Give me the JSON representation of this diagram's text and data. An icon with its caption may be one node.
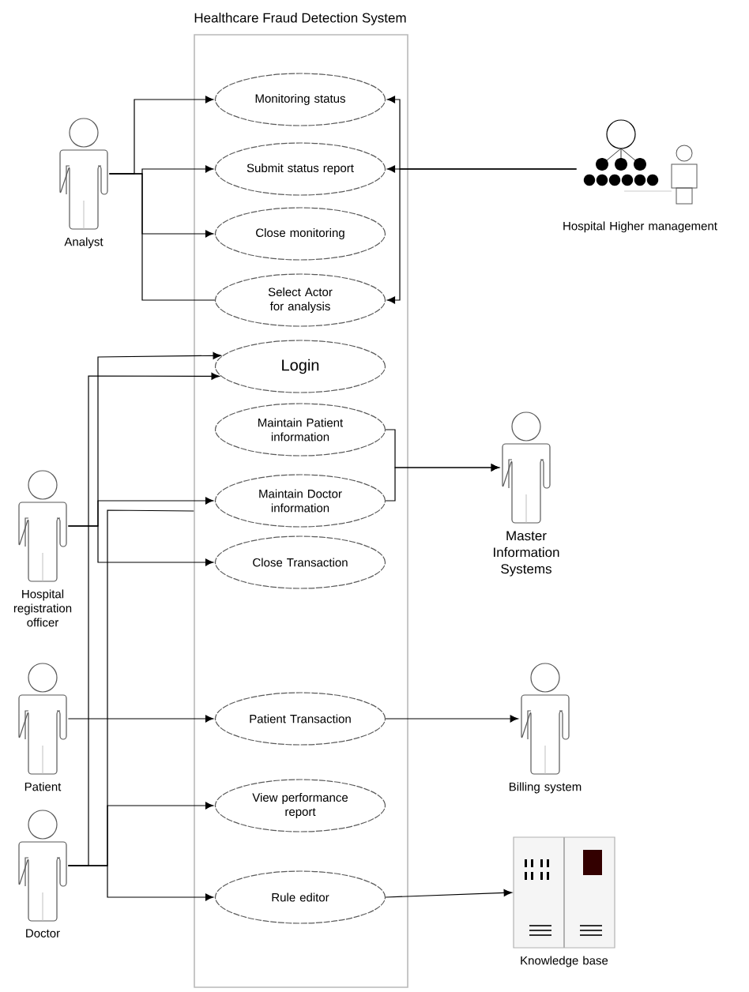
{
  "diagram": {
    "nodes": [
      {
        "text": [
          "Healthcare Fraud Detection System"
        ]
      },
      {
        "text": [
          "Monitoring status"
        ],
        "in": 0
      },
      {
        "text": [
          "Submit status report"
        ],
        "in": 0
      },
      {
        "text": [
          "Close monitoring"
        ],
        "in": 0
      },
      {
        "text": [
          "Select Actor for analysis"
        ],
        "in": 0
      },
      {
        "text": [
          "Login"
        ],
        "in": 0
      },
      {
        "text": [
          "Maintain Patient information"
        ],
        "in": 0
      },
      {
        "text": [
          "Maintain Doctor information"
        ],
        "in": 0
      },
      {
        "text": [
          "Close Transaction"
        ],
        "in": 0
      },
      {
        "text": [
          "Patient Transaction"
        ],
        "in": 0
      },
      {
        "text": [
          "View performance report"
        ],
        "in": 0
      },
      {
        "text": [
          "Rule editor"
        ],
        "in": 0
      },
      {
        "text": [
          "Analyst"
        ]
      },
      {
        "text": [
          "Hospital Higher management"
        ]
      },
      {
        "text": [
          "Hospital registration officer"
        ]
      },
      {
        "text": [
          "Master Information Systems"
        ]
      },
      {
        "text": [
          "Patient"
        ]
      },
      {
        "text": [
          "Billing system"
        ]
      },
      {
        "text": [
          "Doctor"
        ]
      },
      {
        "text": [
          "Knowledge base"
        ]
      }
    ],
    "edges": [
      {
        "from": 12,
        "to": 1,
        "arrow": "to"
      },
      {
        "from": 12,
        "to": 2,
        "arrow": "to"
      },
      {
        "from": 12,
        "to": 3,
        "arrow": "to"
      },
      {
        "from": 12,
        "to": 4,
        "arrow": "none"
      },
      {
        "from": 13,
        "to": 1,
        "arrow": "to"
      },
      {
        "from": 13,
        "to": 2,
        "arrow": "to"
      },
      {
        "from": 13,
        "to": 4,
        "arrow": "to"
      },
      {
        "from": 14,
        "to": 5,
        "arrow": "to"
      },
      {
        "from": 14,
        "to": 7,
        "arrow": "to"
      },
      {
        "from": 14,
        "to": 8,
        "arrow": "to"
      },
      {
        "from": 6,
        "to": 15,
        "arrow": "to"
      },
      {
        "from": 7,
        "to": 15,
        "arrow": "to"
      },
      {
        "from": 16,
        "to": 9,
        "arrow": "to"
      },
      {
        "from": 9,
        "to": 17,
        "arrow": "to"
      },
      {
        "from": 18,
        "to": 5,
        "arrow": "to"
      },
      {
        "from": 18,
        "to": 0,
        "arrow": "none"
      },
      {
        "from": 18,
        "to": 10,
        "arrow": "to"
      },
      {
        "from": 18,
        "to": 11,
        "arrow": "to"
      },
      {
        "from": 11,
        "to": 19,
        "arrow": "to"
      }
    ]
  }
}
